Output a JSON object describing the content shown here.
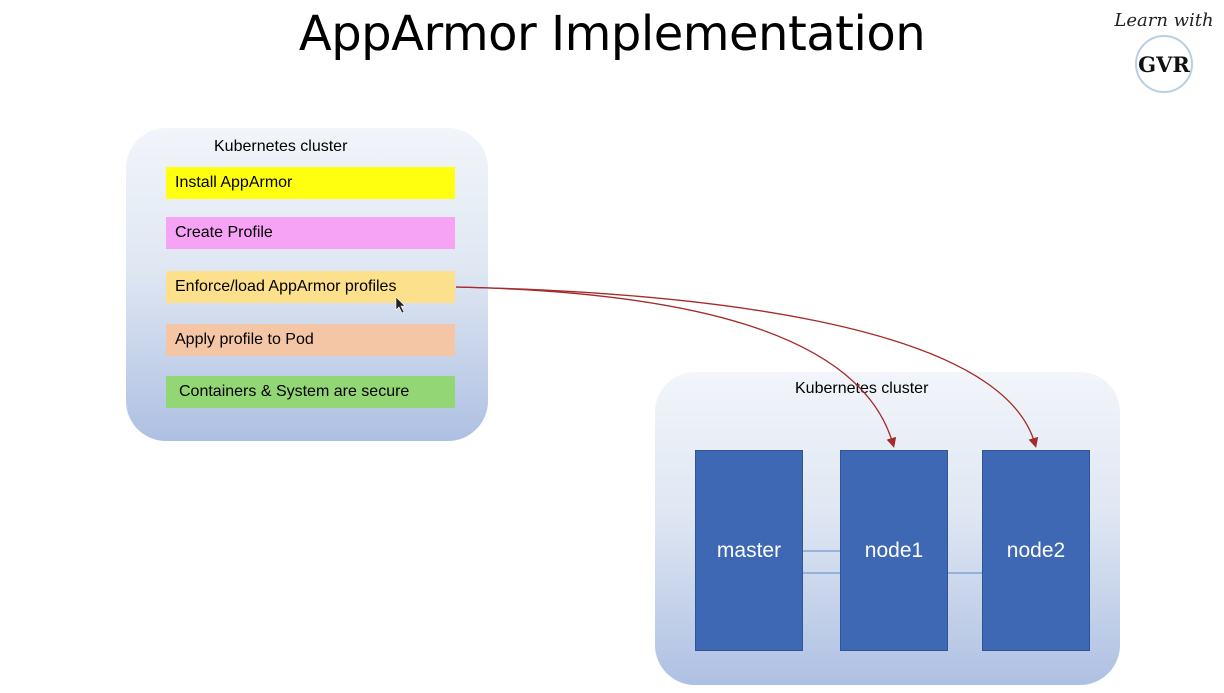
{
  "title": "AppArmor Implementation",
  "logo": {
    "top_text": "Learn with",
    "circle_text": "GVR"
  },
  "left_cluster": {
    "label": "Kubernetes cluster",
    "steps": [
      {
        "label": "Install AppArmor",
        "color": "#ffff0f"
      },
      {
        "label": "Create Profile",
        "color": "#f7a3f5"
      },
      {
        "label": "Enforce/load AppArmor profiles",
        "color": "#fde08b"
      },
      {
        "label": "Apply profile to Pod",
        "color": "#f5c6a5"
      },
      {
        "label": "Containers & System are secure",
        "color": "#92d675"
      }
    ]
  },
  "right_cluster": {
    "label": "Kubernetes cluster",
    "nodes": [
      "master",
      "node1",
      "node2"
    ],
    "node_color": "#3e68b4"
  },
  "arrow_color": "#a52a2a"
}
